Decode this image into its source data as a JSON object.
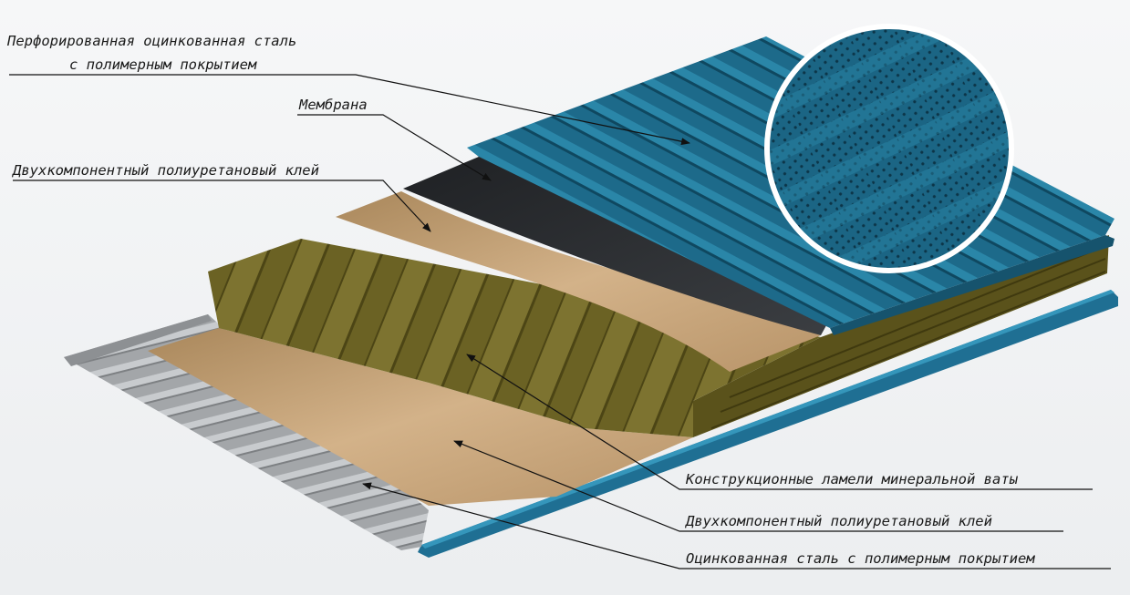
{
  "labels": {
    "perforated_steel_line1": "Перфорированная оцинкованная сталь",
    "perforated_steel_line2": "с полимерным покрытием",
    "membrane": "Мембрана",
    "adhesive_top": "Двухкомпонентный полиуретановый клей",
    "mineral_wool": "Конструкционные ламели минеральной ваты",
    "adhesive_bottom": "Двухкомпонентный полиуретановый клей",
    "bottom_steel": "Оцинкованная сталь с полимерным покрытием"
  },
  "colors": {
    "perforated_steel": "#1e6d8c",
    "membrane": "#2c2e31",
    "adhesive": "#c7a377",
    "mineral_wool": "#6e6424",
    "bottom_steel": "#a9acaf",
    "edge_blue": "#1f6f93"
  }
}
